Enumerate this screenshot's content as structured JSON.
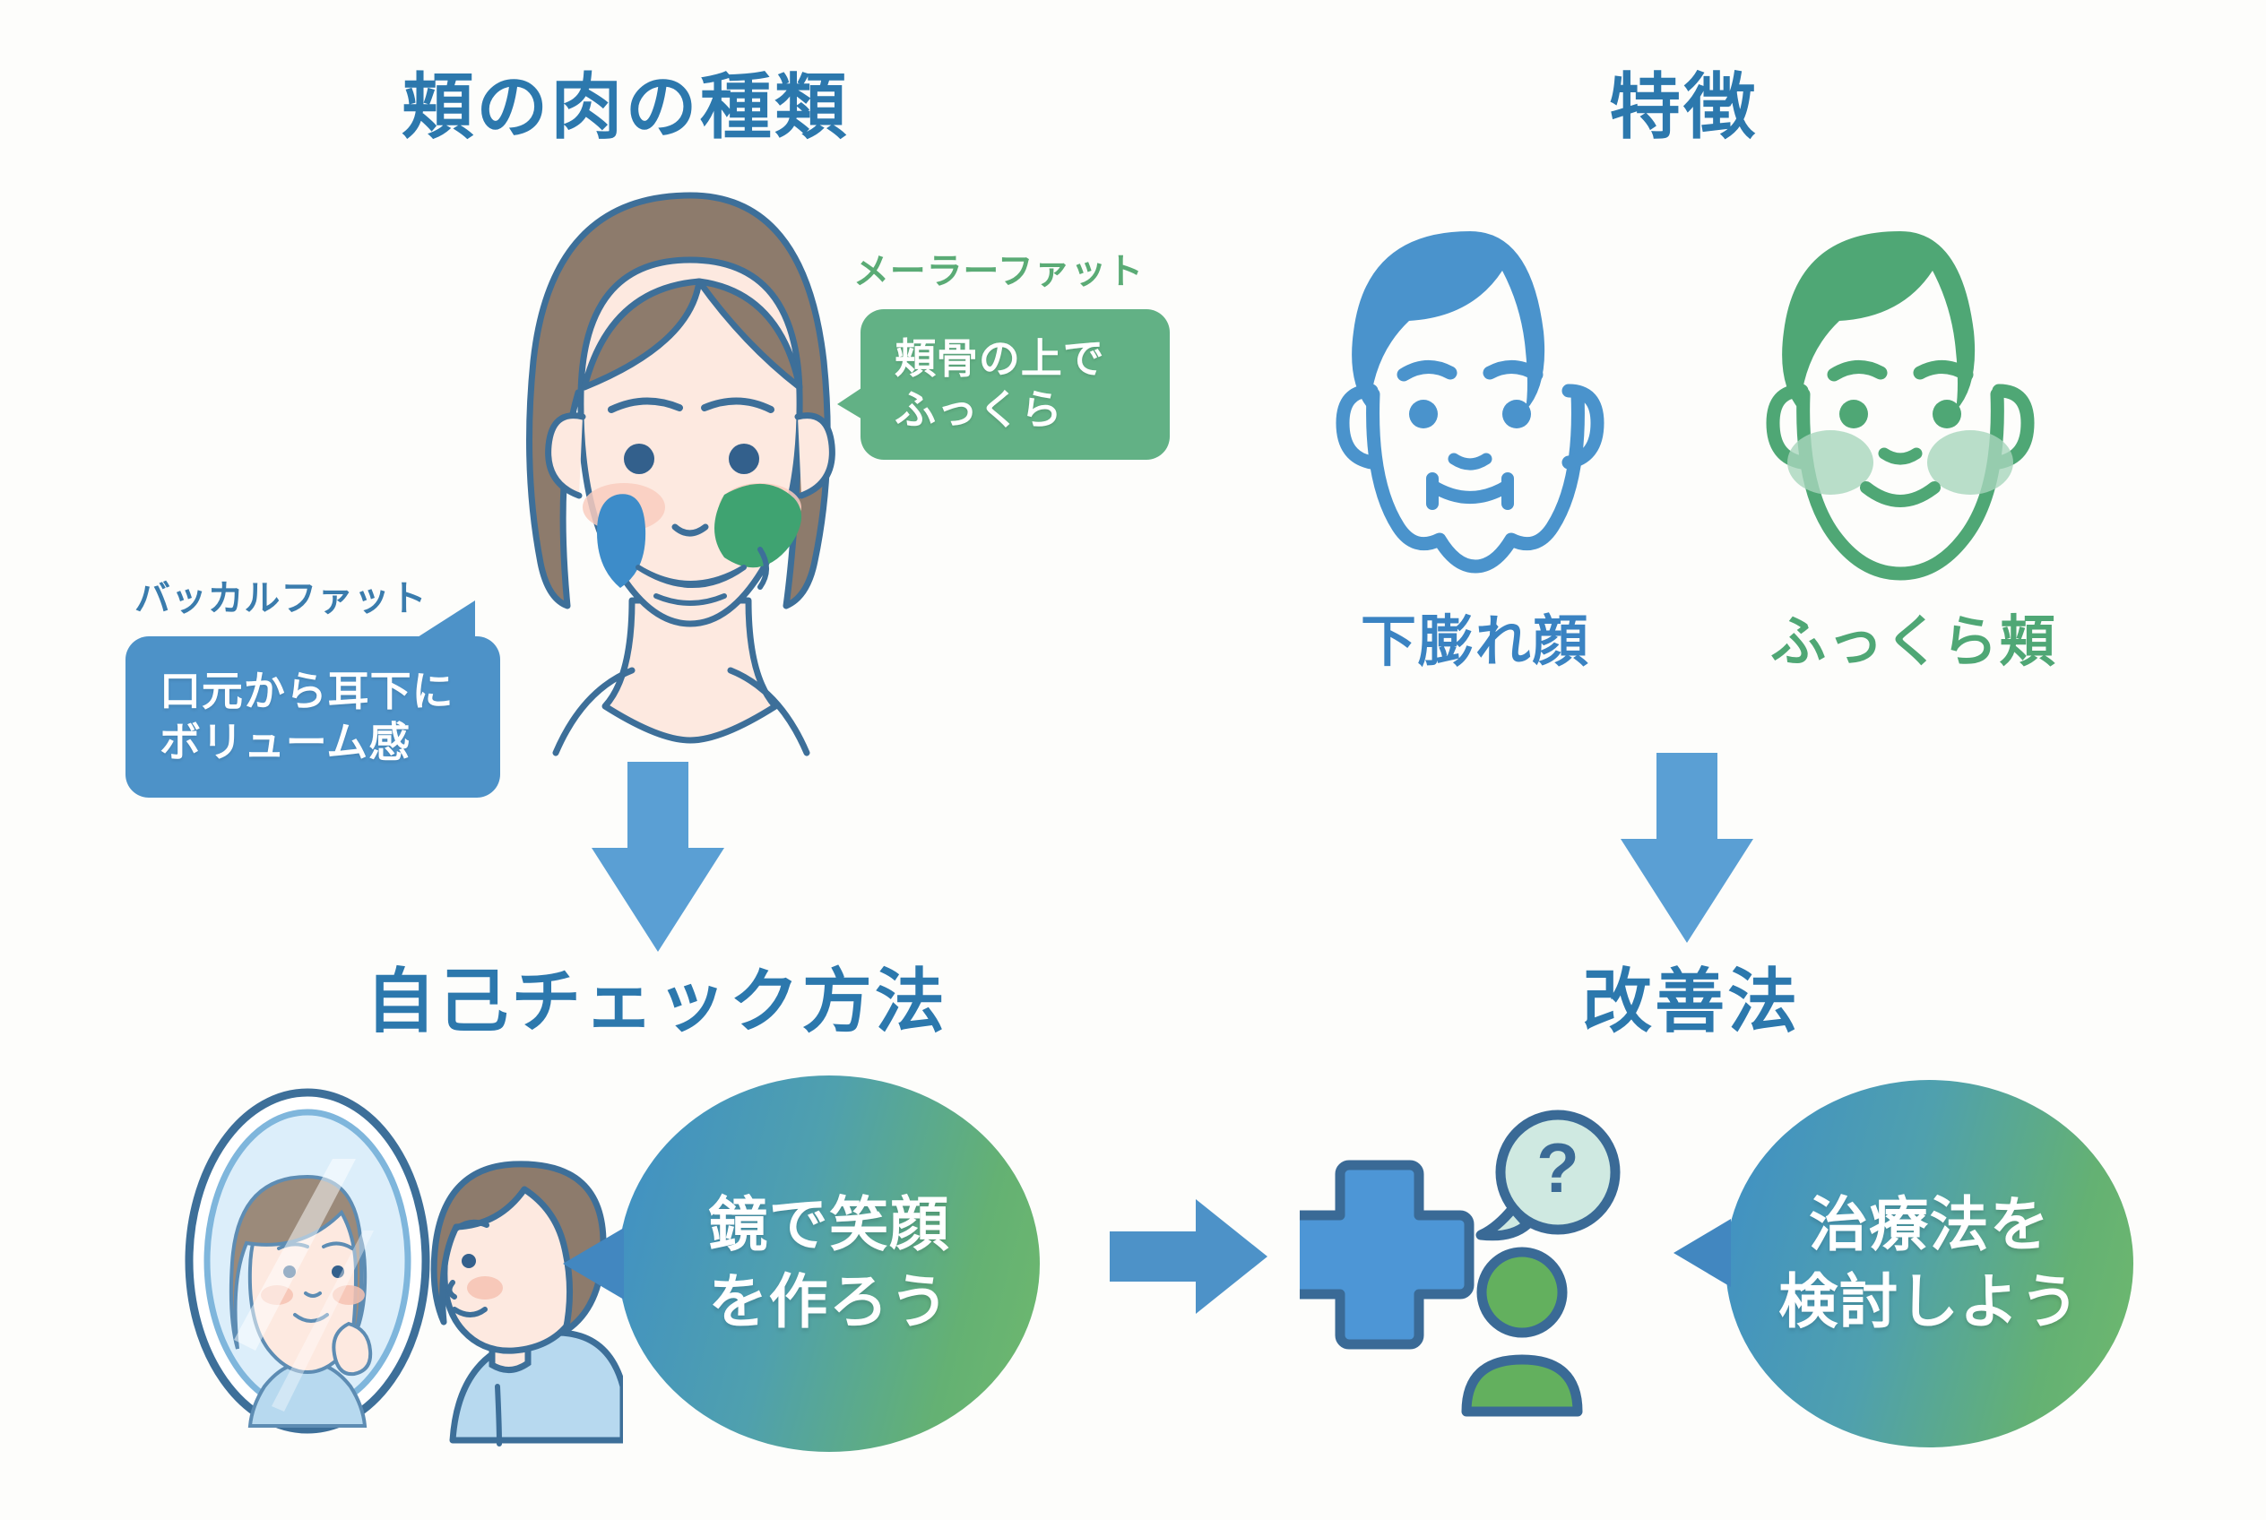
{
  "background_color": "#fdfdfb",
  "palette": {
    "heading_blue": "#2c78ad",
    "accent_blue": "#4d92c8",
    "accent_green": "#62b185",
    "arrow_blue": "#5a9fd4",
    "skin": "#fde9e0",
    "hair_brown": "#8d7b6c",
    "outline_blue": "#3d6f99",
    "shirt_blue": "#bcdcef"
  },
  "sections": {
    "types": {
      "heading": "頬の肉の種類",
      "callouts": [
        {
          "id": "malar-fat",
          "label": "メーラーファット",
          "color": "#62b185",
          "lines": [
            "頬骨の上で",
            "ふっくら"
          ]
        },
        {
          "id": "buccal-fat",
          "label": "バッカルファット",
          "color": "#4d92c8",
          "lines": [
            "口元から耳下に",
            "ボリューム感"
          ]
        }
      ],
      "illustration": "woman-face-with-fat-zones"
    },
    "features": {
      "heading": "特徴",
      "faces": [
        {
          "id": "sagging",
          "label": "下膨れ顔",
          "color": "#3a83c2",
          "expression": "frown"
        },
        {
          "id": "plump",
          "label": "ふっくら頬",
          "color": "#4fa775",
          "expression": "smile"
        }
      ]
    },
    "self_check": {
      "heading": "自己チェック方法",
      "illustration": "woman-looking-in-mirror",
      "bubble_lines": [
        "鏡で笑顔",
        "を作ろう"
      ]
    },
    "improvement": {
      "heading": "改善法",
      "illustration": "medical-cross-and-patient",
      "question_mark": "?",
      "bubble_lines": [
        "治療法を",
        "検討しよう"
      ]
    }
  },
  "arrows": [
    {
      "id": "types-to-selfcheck",
      "direction": "down"
    },
    {
      "id": "features-to-improvement",
      "direction": "down"
    },
    {
      "id": "selfcheck-to-improvement",
      "direction": "right"
    }
  ]
}
